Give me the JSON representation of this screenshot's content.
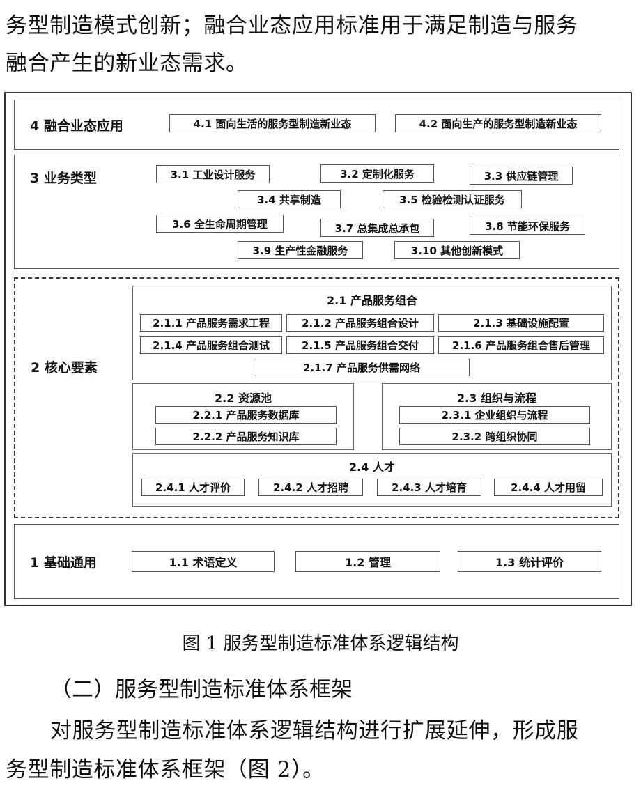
{
  "intro_text": {
    "line1": "务型制造模式创新；融合业态应用标准用于满足制造与服务",
    "line2": "融合产生的新业态需求。"
  },
  "figure": {
    "layer4": {
      "title": "4 融合业态应用",
      "items": [
        "4.1 面向生活的服务型制造新业态",
        "4.2 面向生产的服务型制造新业态"
      ]
    },
    "layer3": {
      "title": "3 业务类型",
      "items": [
        "3.1 工业设计服务",
        "3.2 定制化服务",
        "3.3 供应链管理",
        "3.4 共享制造",
        "3.5 检验检测认证服务",
        "3.6 全生命周期管理",
        "3.7 总集成总承包",
        "3.8 节能环保服务",
        "3.9 生产性金融服务",
        "3.10 其他创新模式"
      ]
    },
    "layer2": {
      "title": "2 核心要素",
      "product_combo": {
        "title": "2.1 产品服务组合",
        "items": [
          "2.1.1 产品服务需求工程",
          "2.1.2 产品服务组合设计",
          "2.1.3 基础设施配置",
          "2.1.4 产品服务组合测试",
          "2.1.5 产品服务组合交付",
          "2.1.6 产品服务组合售后管理",
          "2.1.7 产品服务供需网络"
        ]
      },
      "resource_pool": {
        "title": "2.2 资源池",
        "items": [
          "2.2.1 产品服务数据库",
          "2.2.2 产品服务知识库"
        ]
      },
      "org_process": {
        "title": "2.3 组织与流程",
        "items": [
          "2.3.1 企业组织与流程",
          "2.3.2 跨组织协同"
        ]
      },
      "talent": {
        "title": "2.4 人才",
        "items": [
          "2.4.1 人才评价",
          "2.4.2 人才招聘",
          "2.4.3 人才培育",
          "2.4.4 人才用留"
        ]
      }
    },
    "layer1": {
      "title": "1 基础通用",
      "items": [
        "1.1 术语定义",
        "1.2 管理",
        "1.3 统计评价"
      ]
    }
  },
  "caption": "图 1 服务型制造标准体系逻辑结构",
  "section_heading": "（二）服务型制造标准体系框架",
  "body_text": {
    "line1": "对服务型制造标准体系逻辑结构进行扩展延伸，形成服",
    "line2": "务型制造标准体系框架（图 2）。"
  }
}
